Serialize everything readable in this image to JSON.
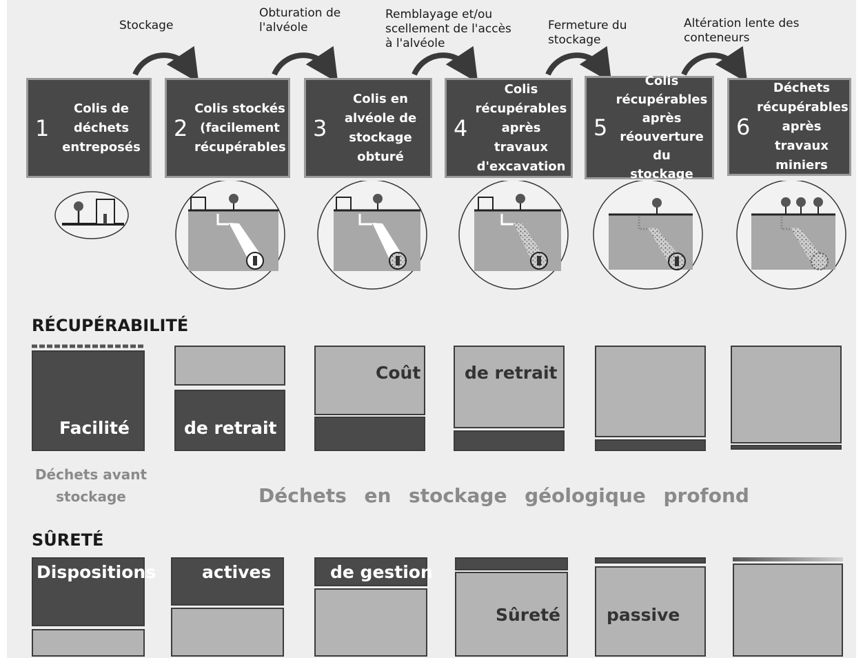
{
  "transitions": [
    "Stockage",
    "Obturation de\nl'alvéole",
    "Remblayage et/ou\nscellement de l'accès\nà l'alvéole",
    "Fermeture du\nstockage",
    "Altération lente des\nconteneurs"
  ],
  "steps": [
    {
      "number": "1",
      "label": "Colis de\ndéchets\nentreposés"
    },
    {
      "number": "2",
      "label": "Colis stockés\n(facilement\nrécupérables"
    },
    {
      "number": "3",
      "label": "Colis en\nalvéole de\nstockage\nobturé"
    },
    {
      "number": "4",
      "label": "Colis\nrécupérables\naprès travaux\nd'excavation"
    },
    {
      "number": "5",
      "label": "Colis\nrécupérables\naprès\nréouverture du\nstockage"
    },
    {
      "number": "6",
      "label": "Déchets\nrécupérables\naprès travaux\nminiers"
    }
  ],
  "recuperabilite": {
    "heading": "RÉCUPÉRABILITÉ",
    "labels": [
      "Facilité",
      "de  retrait",
      "Coût",
      "de retrait"
    ],
    "ease_levels": [
      1.0,
      0.6,
      0.35,
      0.2,
      0.1,
      0.04
    ]
  },
  "notes": {
    "before": "Déchets avant\nstockage",
    "words": [
      "Déchets",
      "en",
      "stockage",
      "géologique",
      "profond"
    ]
  },
  "surete": {
    "heading": "SÛRETÉ",
    "labels": [
      "Dispositions",
      "actives",
      "de gestion",
      "Sûreté",
      "passive"
    ],
    "active_levels": [
      0.72,
      0.48,
      0.3,
      0.12,
      0.05,
      0.02
    ]
  },
  "colors": {
    "dark": "#4a4a4a",
    "light": "#b4b4b4",
    "box_border": "#9b9b9b",
    "note_grey": "#8a8a8a"
  }
}
